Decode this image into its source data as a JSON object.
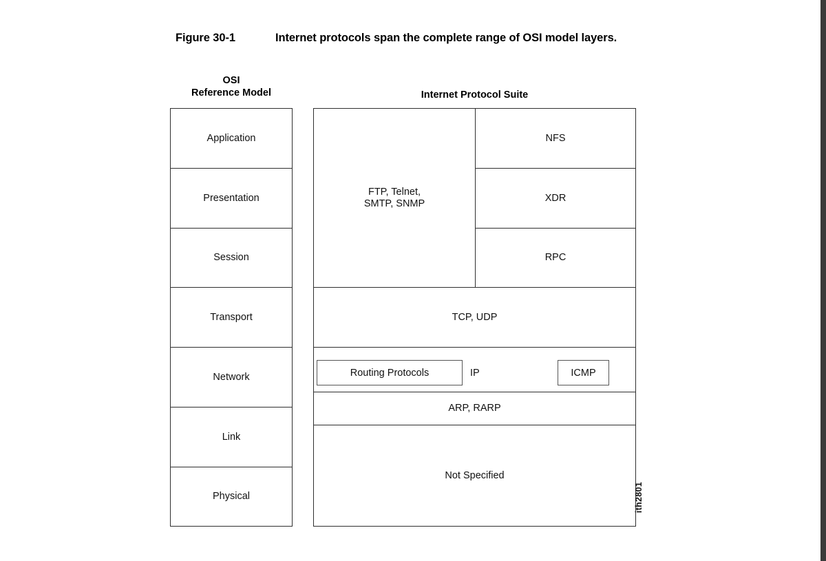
{
  "figure": {
    "number": "Figure 30-1",
    "caption": "Internet protocols span the complete range of OSI model layers.",
    "id_mark": "ith2801"
  },
  "columns": {
    "osi": {
      "heading_line1": "OSI",
      "heading_line2": "Reference Model"
    },
    "suite": {
      "heading": "Internet Protocol Suite"
    }
  },
  "osi_layers": [
    {
      "label": "Application"
    },
    {
      "label": "Presentation"
    },
    {
      "label": "Session"
    },
    {
      "label": "Transport"
    },
    {
      "label": "Network"
    },
    {
      "label": "Link"
    },
    {
      "label": "Physical"
    }
  ],
  "suite": {
    "upper_left": {
      "label": "FTP, Telnet,\nSMTP, SNMP"
    },
    "upper_right": [
      {
        "label": "NFS"
      },
      {
        "label": "XDR"
      },
      {
        "label": "RPC"
      }
    ],
    "transport": {
      "label": "TCP, UDP"
    },
    "network_row": {
      "routing_box": "Routing Protocols",
      "ip_label": "IP",
      "icmp_box": "ICMP"
    },
    "arp_row": {
      "label": "ARP, RARP"
    },
    "bottom": {
      "label": "Not Specified"
    }
  },
  "colors": {
    "page_background": "#ffffff",
    "line": "#3a3a3a",
    "text": "#111111",
    "page_edge_band": "#3b3b3b"
  }
}
